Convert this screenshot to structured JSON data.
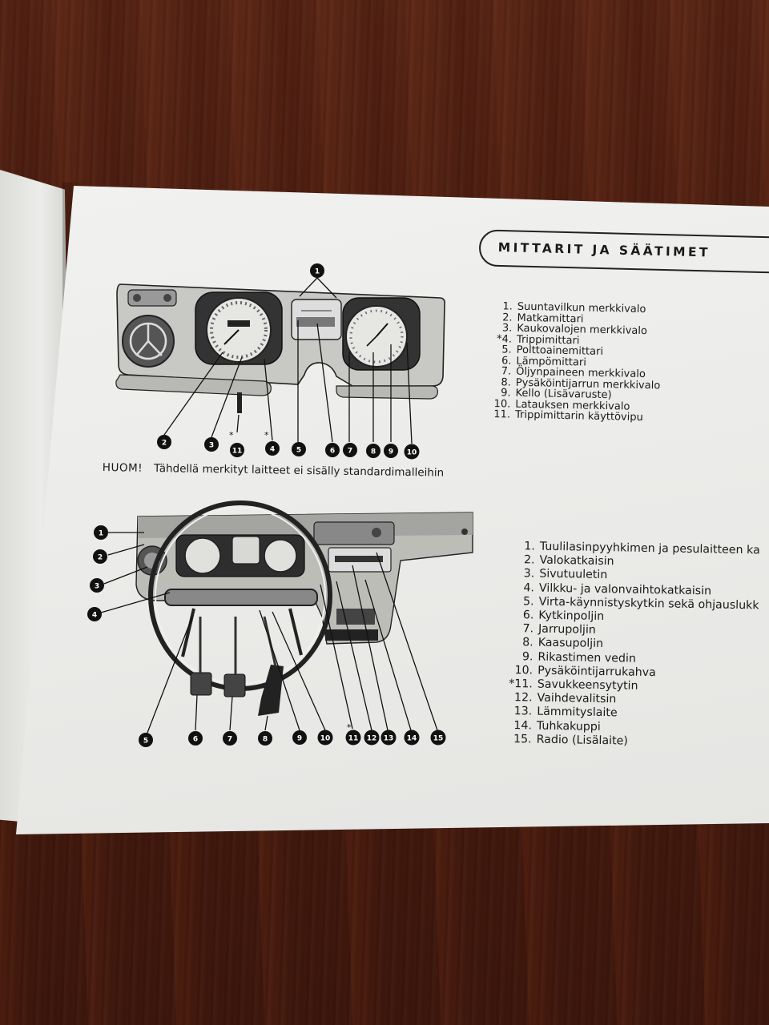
{
  "header": {
    "title": "MITTARIT JA SÄÄTIMET"
  },
  "instrument_cluster": {
    "callouts_top": [
      "1"
    ],
    "callouts_bottom": [
      "2",
      "3",
      "*",
      "11",
      "*",
      "4",
      "5",
      "6",
      "7",
      "8",
      "9",
      "10"
    ],
    "items": [
      {
        "num": "1.",
        "text": "Suuntavilkun merkkivalo"
      },
      {
        "num": "2.",
        "text": "Matkamittari"
      },
      {
        "num": "3.",
        "text": "Kaukovalojen merkkivalo"
      },
      {
        "num": "*4.",
        "text": "Trippimittari"
      },
      {
        "num": "5.",
        "text": "Polttoainemittari"
      },
      {
        "num": "6.",
        "text": "Lämpömittari"
      },
      {
        "num": "7.",
        "text": "Öljynpaineen merkkivalo"
      },
      {
        "num": "8.",
        "text": "Pysäköintijarrun merkkivalo"
      },
      {
        "num": "9.",
        "text": "Kello (Lisävaruste)"
      },
      {
        "num": "10.",
        "text": "Latauksen merkkivalo"
      },
      {
        "num": "11.",
        "text": "Trippimittarin käyttövipu"
      }
    ]
  },
  "note": {
    "lead": "HUOM!",
    "text": "Tähdellä merkityt laitteet ei sisälly standardimalleihin"
  },
  "dashboard": {
    "callouts_left": [
      "1",
      "2",
      "3",
      "4"
    ],
    "callouts_bottom": [
      "5",
      "6",
      "7",
      "8",
      "9",
      "10",
      "*",
      "11",
      "12",
      "13",
      "14",
      "15"
    ],
    "items": [
      {
        "num": "1.",
        "text": "Tuulilasinpyyhkimen ja pesulaitteen ka"
      },
      {
        "num": "2.",
        "text": "Valokatkaisin"
      },
      {
        "num": "3.",
        "text": "Sivutuuletin"
      },
      {
        "num": "4.",
        "text": "Vilkku- ja valonvaihtokatkaisin"
      },
      {
        "num": "5.",
        "text": "Virta-käynnistyskytkin sekä ohjauslukk"
      },
      {
        "num": "6.",
        "text": "Kytkinpoljin"
      },
      {
        "num": "7.",
        "text": "Jarrupoljin"
      },
      {
        "num": "8.",
        "text": "Kaasupoljin"
      },
      {
        "num": "9.",
        "text": "Rikastimen vedin"
      },
      {
        "num": "10.",
        "text": "Pysäköintijarrukahva"
      },
      {
        "num": "*11.",
        "text": "Savukkeensytytin"
      },
      {
        "num": "12.",
        "text": "Vaihdevalitsin"
      },
      {
        "num": "13.",
        "text": "Lämmityslaite"
      },
      {
        "num": "14.",
        "text": "Tuhkakuppi"
      },
      {
        "num": "15.",
        "text": "Radio (Lisälaite)"
      }
    ]
  }
}
